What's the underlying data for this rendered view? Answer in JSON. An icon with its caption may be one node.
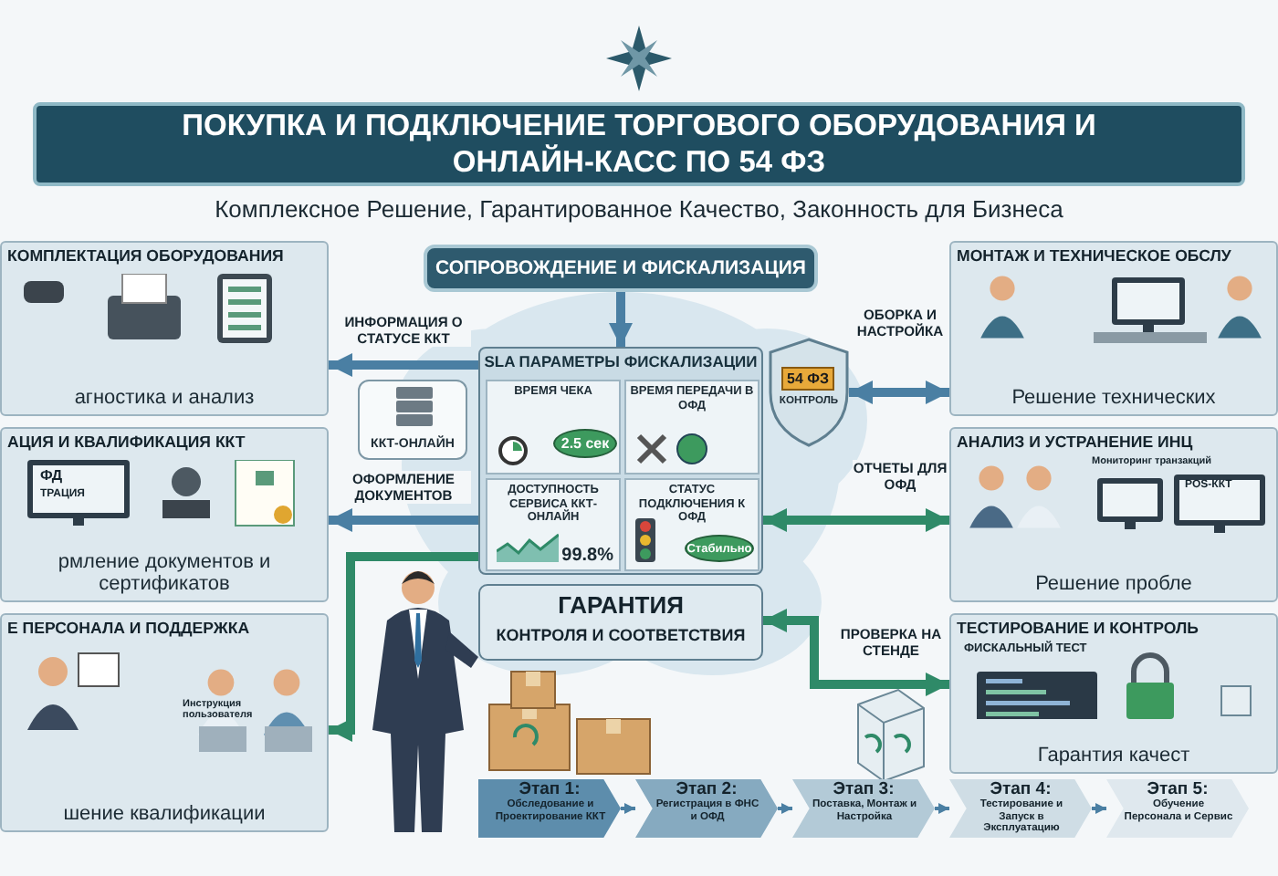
{
  "diagram": {
    "title": "ПОКУПКА И ПОДКЛЮЧЕНИЕ ТОРГОВОГО ОБОРУДОВАНИЯ И ОНЛАЙН-КАСС ПО 54 ФЗ",
    "nodes": [
      {
        "text": [
          "КОМПЛЕКТАЦИЯ ОБОРУДОВАНИЯ",
          "агностика и анализ"
        ]
      },
      {
        "text": [
          "АЦИЯ И КВАЛИФИКАЦИЯ ККТ",
          "рмление документов и сертификатов"
        ]
      },
      {
        "text": [
          "Е ПЕРСОНАЛА И ПОДДЕРЖКА",
          "шение квалификации"
        ]
      },
      {
        "text": [
          "СОПРОВОЖДЕНИЕ И ФИСКАЛИЗАЦИЯ"
        ]
      },
      {
        "text": [
          "SLA ПАРАМЕТРЫ ФИСКАЛИЗАЦИИ"
        ]
      },
      {
        "text": [
          "ВРЕМЯ ЧЕКА"
        ],
        "in": 4
      },
      {
        "text": [
          "2.5 сек"
        ],
        "in": 5
      },
      {
        "text": [
          "ВРЕМЯ ПЕРЕДАЧИ В ОФД"
        ],
        "in": 4
      },
      {
        "text": [
          "ДОСТУПНОСТЬ СЕРВИСА ККТ-ОНЛАЙН",
          "99.8%"
        ],
        "in": 4
      },
      {
        "text": [
          "СТАТУС ПОДКЛЮЧЕНИЯ К ОФД"
        ],
        "in": 4
      },
      {
        "text": [
          "Стабильно"
        ],
        "in": 9
      },
      {
        "text": [
          "ГАРАНТИЯ",
          "КОНТРОЛЯ И СООТВЕТСТВИЯ"
        ]
      },
      {
        "text": [
          "ККТ-ОНЛАЙН"
        ]
      },
      {
        "text": [
          "54 ФЗ",
          "КОНТРОЛЬ"
        ]
      },
      {
        "text": [
          "МОНТАЖ И ТЕХНИЧЕСКОЕ ОБСЛУ",
          "Решение технических"
        ]
      },
      {
        "text": [
          "АНАЛИЗ И УСТРАНЕНИЕ ИНЦ",
          "Решение пробле"
        ]
      },
      {
        "text": [
          "ТЕСТИРОВАНИЕ И КОНТРОЛЬ",
          "Гарантия качест"
        ]
      },
      {
        "text": [
          "Этап 1:",
          "Обследование и Проектирование ККТ"
        ]
      },
      {
        "text": [
          "Этап 2:",
          "Регистрация в ФНС и ОФД"
        ]
      },
      {
        "text": [
          "Этап 3:",
          "Поставка, Монтаж и Настройка"
        ]
      },
      {
        "text": [
          "Этап 4:",
          "Тестирование и Запуск в Эксплуатацию"
        ]
      },
      {
        "text": [
          "Этап 5:",
          "Обучение Персонала и Сервис"
        ]
      }
    ],
    "edges": [
      {
        "from": 4,
        "to": 0,
        "arrow": "to",
        "label": "ИНФОРМАЦИЯ О СТАТУСЕ ККТ"
      },
      {
        "from": 4,
        "to": 1,
        "arrow": "to",
        "label": "ОФОРМЛЕНИЕ ДОКУМЕНТОВ"
      },
      {
        "from": 4,
        "to": 2,
        "arrow": "to",
        "color": "#2f8a68"
      },
      {
        "from": 3,
        "to": 4,
        "arrow": "to"
      },
      {
        "from": 13,
        "to": 14,
        "arrow": "both",
        "label": "ОБОРКА И НАСТРОЙКА"
      },
      {
        "from": 4,
        "to": 15,
        "arrow": "both",
        "label": "ОТЧЕТЫ ДЛЯ ОФД",
        "color": "#2f8a68"
      },
      {
        "from": 11,
        "to": 16,
        "arrow": "both",
        "label": "ПРОВЕРКА НА СТЕНДЕ",
        "color": "#2f8a68"
      },
      {
        "from": 17,
        "to": 18,
        "arrow": "to"
      },
      {
        "from": 18,
        "to": 19,
        "arrow": "to"
      },
      {
        "from": 19,
        "to": 20,
        "arrow": "to"
      },
      {
        "from": 20,
        "to": 21,
        "arrow": "to"
      }
    ],
    "labels": [
      "Комплексное Решение, Гарантированное Качество, Законность для Бизнеса",
      "ФД",
      "ТРАЦИЯ",
      "Инструкция пользователя",
      "Мониторинг транзакций",
      "POS-ККТ",
      "ФИСКАЛЬНЫЙ ТЕСТ"
    ]
  }
}
